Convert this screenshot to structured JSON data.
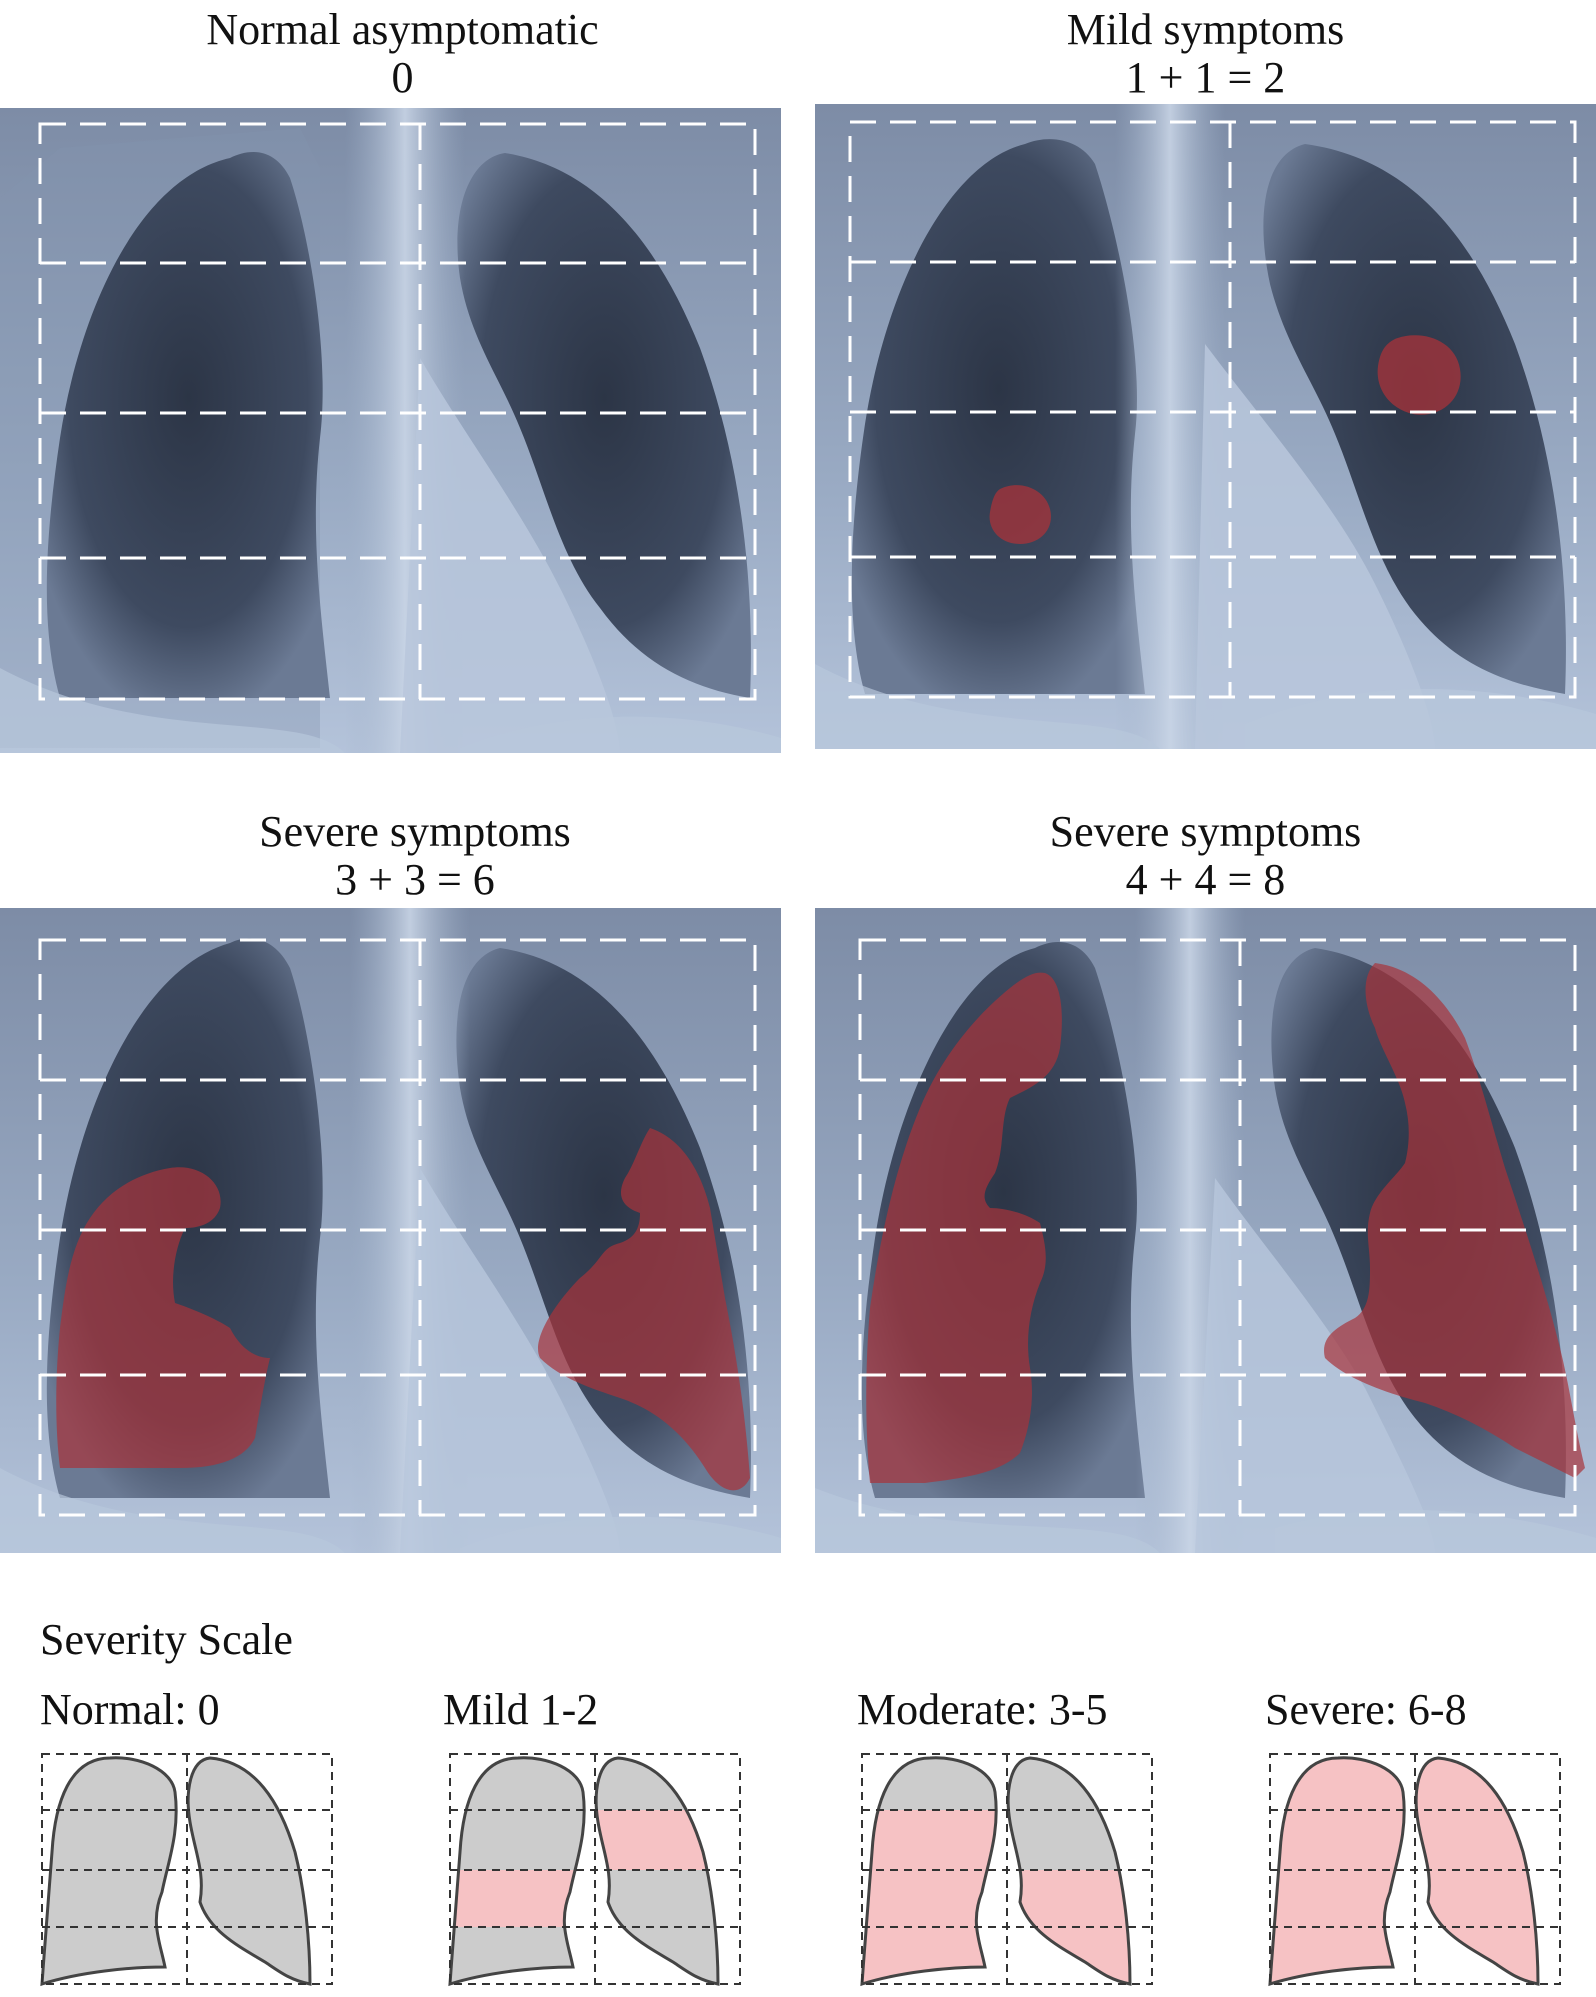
{
  "panels": [
    {
      "title": "Normal asymptomatic",
      "score": "0"
    },
    {
      "title": "Mild symptoms",
      "score": "1 + 1 = 2"
    },
    {
      "title": "Severe symptoms",
      "score": "3 + 3 = 6"
    },
    {
      "title": "Severe symptoms",
      "score": "4 + 4 = 8"
    }
  ],
  "scale": {
    "heading": "Severity Scale",
    "items": [
      {
        "label": "Normal: 0"
      },
      {
        "label": "Mild 1-2"
      },
      {
        "label": "Moderate: 3-5"
      },
      {
        "label": "Severe: 6-8"
      }
    ]
  },
  "colors": {
    "xray_dark": "#2a3447",
    "xray_light": "#b8c7dc",
    "lesion": "#a8333a",
    "lung_normal": "#cccccc",
    "lung_affected": "#f6c2c4"
  }
}
